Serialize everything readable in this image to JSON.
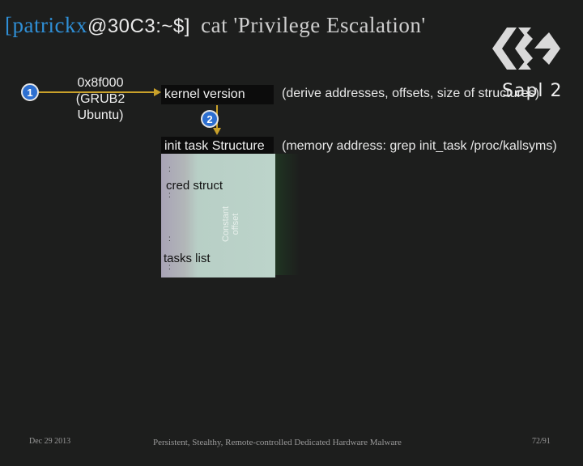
{
  "title": {
    "bracket_open": "[",
    "user": "patrickx",
    "host": "@30C3:~$]",
    "command": "cat 'Privilege Escalation'"
  },
  "slide_label": "Sapl 2",
  "step1": {
    "badge": "1",
    "address": "0x8f000",
    "address_note": "(GRUB2 Ubuntu)"
  },
  "kernel_version": {
    "label": "kernel version",
    "note": "(derive addresses, offsets, size of structures)"
  },
  "step2": {
    "badge": "2"
  },
  "init_task": {
    "label": "init task Structure",
    "note": "(memory address: grep init_task /proc/kallsyms)"
  },
  "struct_fields": {
    "cred": "cred struct",
    "tasks": "tasks list",
    "offset_label_line1": "Constant",
    "offset_label_line2": "offset",
    "ellipsis": ":"
  },
  "footer": {
    "date": "Dec 29  2013",
    "title": "Persistent, Stealthy, Remote-controlled Dedicated Hardware Malware",
    "page": "72/91"
  },
  "colors": {
    "prompt_blue": "#2f8fd6",
    "badge_blue": "#2d6fd0",
    "arrow_gold": "#c9a12a",
    "background": "#1d1e1d"
  }
}
